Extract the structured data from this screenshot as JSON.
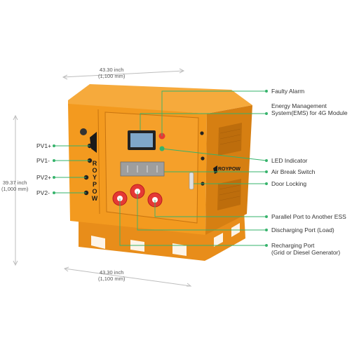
{
  "dimensions": {
    "top": {
      "value": "43.30 inch",
      "metric": "(1,100 mm)"
    },
    "left": {
      "value": "39.37 inch",
      "metric": "(1,000 mm)"
    },
    "bottom": {
      "value": "43.30 inch",
      "metric": "(1,100 mm)"
    }
  },
  "left_labels": [
    "PV1+",
    "PV1-",
    "PV2+",
    "PV2-"
  ],
  "right_labels": {
    "faulty_alarm": "Faulty Alarm",
    "ems_line1": "Energy Management",
    "ems_line2": "System(EMS) for 4G Module",
    "led_indicator": "LED Indicator",
    "air_break_switch": "Air Break Switch",
    "door_locking": "Door Locking",
    "parallel_port": "Parallel Port to Another ESS",
    "discharging_port": "Discharging Port (Load)",
    "recharging_line1": "Recharging Port",
    "recharging_line2": "(Grid or Diesel Generator)"
  },
  "brand": "ROYPOW",
  "colors": {
    "body_orange": "#F39A1F",
    "shade_orange": "#D67F12",
    "leader_green": "#35B36B",
    "port_red": "#E53935"
  }
}
